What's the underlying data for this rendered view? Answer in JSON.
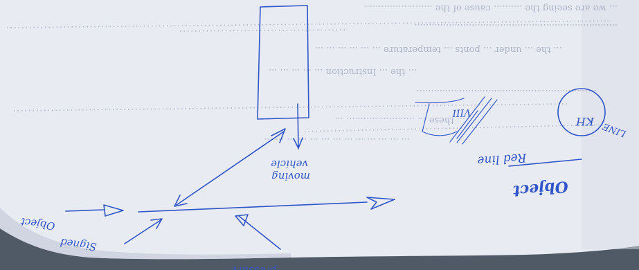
{
  "colors": {
    "paper": "#e9ecf3",
    "ink": "#2f55c8",
    "background": "#4f5a66"
  },
  "printed_lines": [
    "... we are seeing the .......... cause of the ........................",
    ".......................................................................",
    "... the ... under ... ponts ... temperature ... ... ... ... ... ...",
    "... the ... Instruction ... ... ... ... ...",
    "...............................................................",
    "... these ... ........................ ...",
    "... ... ... ... ... ... ... ... ... ... ... ... ..."
  ],
  "handwriting": {
    "vehicle_moving": [
      "vehicle",
      "moving"
    ],
    "object": "Object",
    "red_line": "Red line",
    "circled_label": "KH",
    "circle_side_label": "LINE",
    "signed": "Signed",
    "object_left": "Object",
    "pressure": "pressure",
    "scribble": "VIII"
  }
}
